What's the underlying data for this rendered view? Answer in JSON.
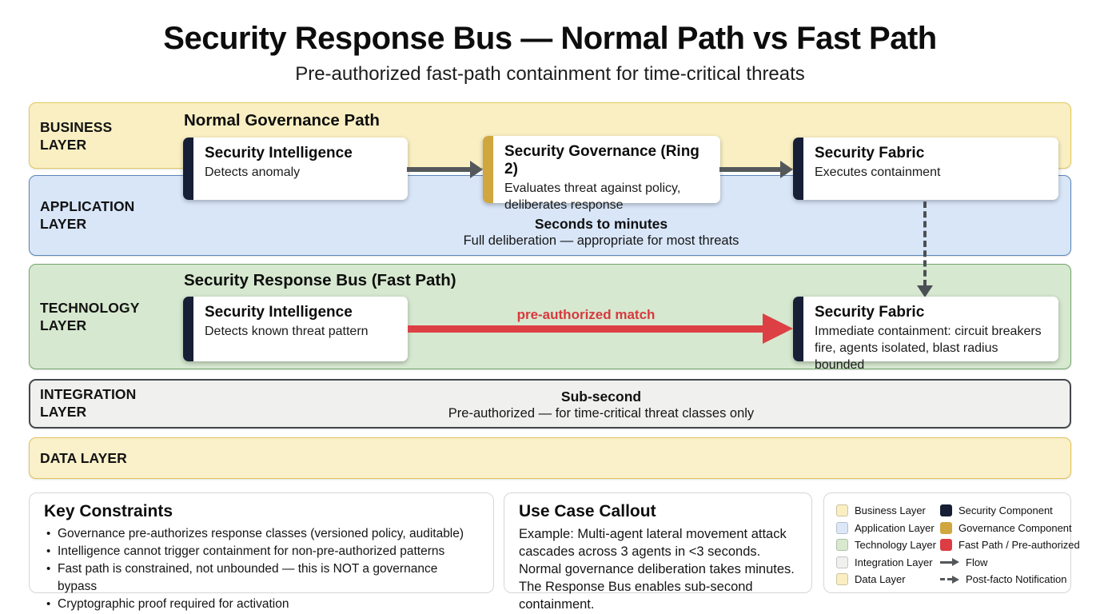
{
  "title": "Security Response Bus — Normal Path vs Fast Path",
  "subtitle": "Pre-authorized fast-path containment for time-critical threats",
  "layers": {
    "business": "BUSINESS LAYER",
    "application": "APPLICATION LAYER",
    "technology": "TECHNOLOGY LAYER",
    "integration": "INTEGRATION LAYER",
    "data": "DATA LAYER"
  },
  "normal_path": {
    "header": "Normal Governance Path",
    "intelligence": {
      "title": "Security Intelligence",
      "desc": "Detects anomaly"
    },
    "governance": {
      "title": "Security Governance (Ring 2)",
      "desc": "Evaluates threat against policy, deliberates response"
    },
    "fabric": {
      "title": "Security Fabric",
      "desc": "Executes containment"
    },
    "timing": {
      "headline": "Seconds to minutes",
      "detail": "Full deliberation — appropriate for most threats"
    }
  },
  "fast_path": {
    "header": "Security Response Bus (Fast Path)",
    "intelligence": {
      "title": "Security Intelligence",
      "desc": "Detects known threat pattern"
    },
    "fabric": {
      "title": "Security Fabric",
      "desc": "Immediate containment: circuit breakers fire, agents isolated, blast radius bounded"
    },
    "arrow_label": "pre-authorized match",
    "timing": {
      "headline": "Sub-second",
      "detail": "Pre-authorized — for time-critical threat classes only"
    }
  },
  "key_constraints": {
    "title": "Key Constraints",
    "items": [
      "Governance pre-authorizes response classes (versioned policy, auditable)",
      "Intelligence cannot trigger containment for non-pre-authorized patterns",
      "Fast path is constrained, not unbounded — this is NOT a governance bypass",
      "Cryptographic proof required for activation"
    ]
  },
  "use_case": {
    "title": "Use Case Callout",
    "text": "Example: Multi-agent lateral movement attack cascades across 3 agents in <3 seconds. Normal governance deliberation takes minutes. The Response Bus enables sub-second containment."
  },
  "legend": {
    "layers": [
      {
        "label": "Business Layer",
        "color": "#faeec3"
      },
      {
        "label": "Application Layer",
        "color": "#dce8f8"
      },
      {
        "label": "Technology Layer",
        "color": "#d8e9d0"
      },
      {
        "label": "Integration Layer",
        "color": "#f0f0ee"
      },
      {
        "label": "Data Layer",
        "color": "#faeec3"
      }
    ],
    "components": [
      {
        "label": "Security Component",
        "color": "#161e33"
      },
      {
        "label": "Governance Component",
        "color": "#d0a63e"
      },
      {
        "label": "Fast Path / Pre-authorized",
        "color": "#dc3d43"
      }
    ],
    "flow_label": "Flow",
    "postfacto_label": "Post-facto Notification"
  },
  "colors": {
    "fast_path_red": "#dc4045",
    "security_navy": "#171f36",
    "governance_gold": "#d0a63e",
    "flow_gray": "#54585b"
  }
}
